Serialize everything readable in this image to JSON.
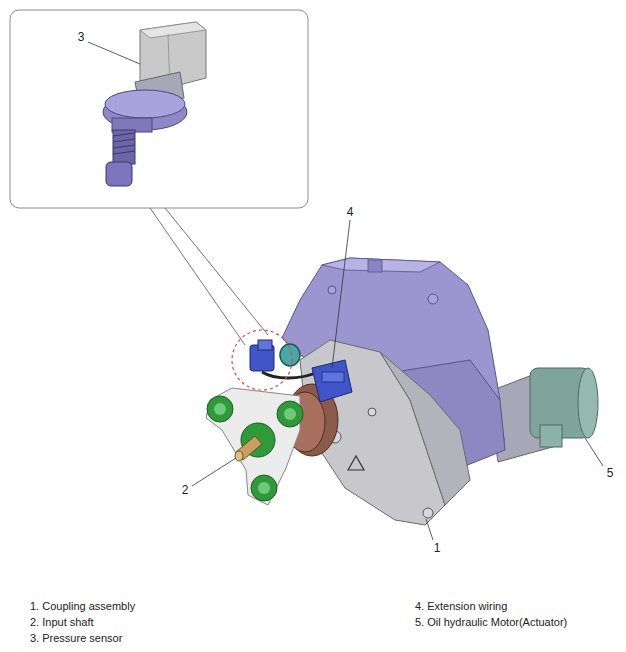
{
  "diagram": {
    "labels": [
      "3",
      "4",
      "2",
      "1",
      "5",
      "1. Coupling assembly",
      "2. Input shaft",
      "3. Pressure sensor",
      "4. Extension wiring",
      "5. Oil hydraulic Motor(Actuator)"
    ]
  }
}
